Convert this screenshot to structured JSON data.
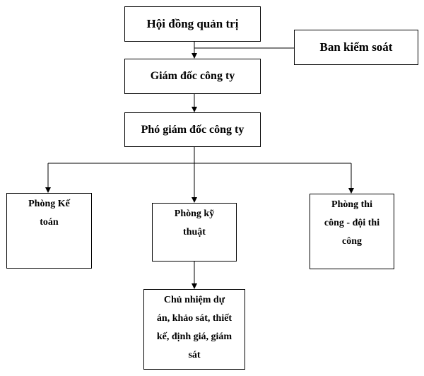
{
  "nodes": {
    "board": "Hội đồng quản trị",
    "supervisory": "Ban kiểm soát",
    "director": "Giám đốc công ty",
    "deputy": "Phó giám đốc công ty",
    "accounting": [
      "Phòng Kế",
      "toán"
    ],
    "technical": [
      "Phòng kỹ",
      "thuật"
    ],
    "construction": [
      "Phòng thi",
      "công - đội thi",
      "công"
    ],
    "project_manager": [
      "Chủ nhiệm dự",
      "án, khảo sát, thiết",
      "kế, định giá, giám",
      "sát"
    ]
  },
  "colors": {
    "line": "#000000",
    "box_border": "#000000",
    "text": "#000000"
  }
}
